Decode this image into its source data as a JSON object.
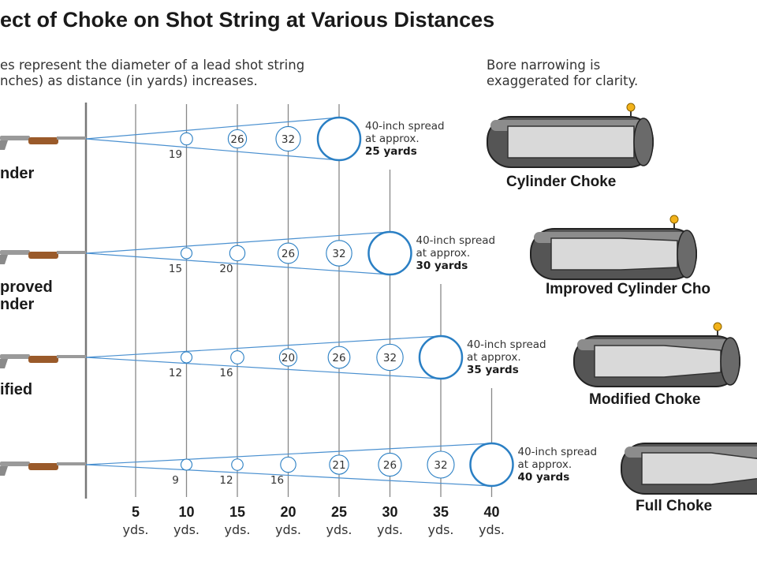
{
  "title": "ect of Choke on Shot String at Various Distances",
  "intro": {
    "left_line1": "es represent the diameter of a lead shot string",
    "left_line2": "nches) as distance (in yards) increases.",
    "right_line1": "Bore narrowing is",
    "right_line2": "exaggerated for clarity."
  },
  "axis": {
    "distances": [
      "5",
      "10",
      "15",
      "20",
      "25",
      "30",
      "35",
      "40"
    ],
    "unit": "yds."
  },
  "colors": {
    "circle_stroke": "#2a7fc4",
    "cone_line": "#4a90d0",
    "gridline": "#888888",
    "stock": "#9a5a2a",
    "barrel": "#9a9a9a",
    "bead": "#f2b21a"
  },
  "rows": [
    {
      "label_lines": [
        "nder"
      ],
      "circles": [
        {
          "distance": 10,
          "diameter": "19"
        },
        {
          "distance": 15,
          "diameter": "26"
        },
        {
          "distance": 20,
          "diameter": "32"
        },
        {
          "distance": 25,
          "diameter": ""
        }
      ],
      "spread_line1": "40-inch spread",
      "spread_line2": "at approx.",
      "spread_dist": "25 yards",
      "choke_label": "Cylinder Choke"
    },
    {
      "label_lines": [
        "proved",
        "nder"
      ],
      "circles": [
        {
          "distance": 10,
          "diameter": "15"
        },
        {
          "distance": 15,
          "diameter": "20"
        },
        {
          "distance": 20,
          "diameter": "26"
        },
        {
          "distance": 25,
          "diameter": "32"
        },
        {
          "distance": 30,
          "diameter": ""
        }
      ],
      "spread_line1": "40-inch spread",
      "spread_line2": "at approx.",
      "spread_dist": "30 yards",
      "choke_label": "Improved Cylinder Cho"
    },
    {
      "label_lines": [
        "ified"
      ],
      "circles": [
        {
          "distance": 10,
          "diameter": "12"
        },
        {
          "distance": 15,
          "diameter": "16"
        },
        {
          "distance": 20,
          "diameter": "20"
        },
        {
          "distance": 25,
          "diameter": "26"
        },
        {
          "distance": 30,
          "diameter": "32"
        },
        {
          "distance": 35,
          "diameter": ""
        }
      ],
      "spread_line1": "40-inch spread",
      "spread_line2": "at approx.",
      "spread_dist": "35 yards",
      "choke_label": "Modified Choke"
    },
    {
      "label_lines": [
        ""
      ],
      "circles": [
        {
          "distance": 10,
          "diameter": "9"
        },
        {
          "distance": 15,
          "diameter": "12"
        },
        {
          "distance": 20,
          "diameter": "16"
        },
        {
          "distance": 25,
          "diameter": "21"
        },
        {
          "distance": 30,
          "diameter": "26"
        },
        {
          "distance": 35,
          "diameter": "32"
        },
        {
          "distance": 40,
          "diameter": ""
        }
      ],
      "spread_line1": "40-inch spread",
      "spread_line2": "at approx.",
      "spread_dist": "40 yards",
      "choke_label": "Full Choke"
    }
  ]
}
